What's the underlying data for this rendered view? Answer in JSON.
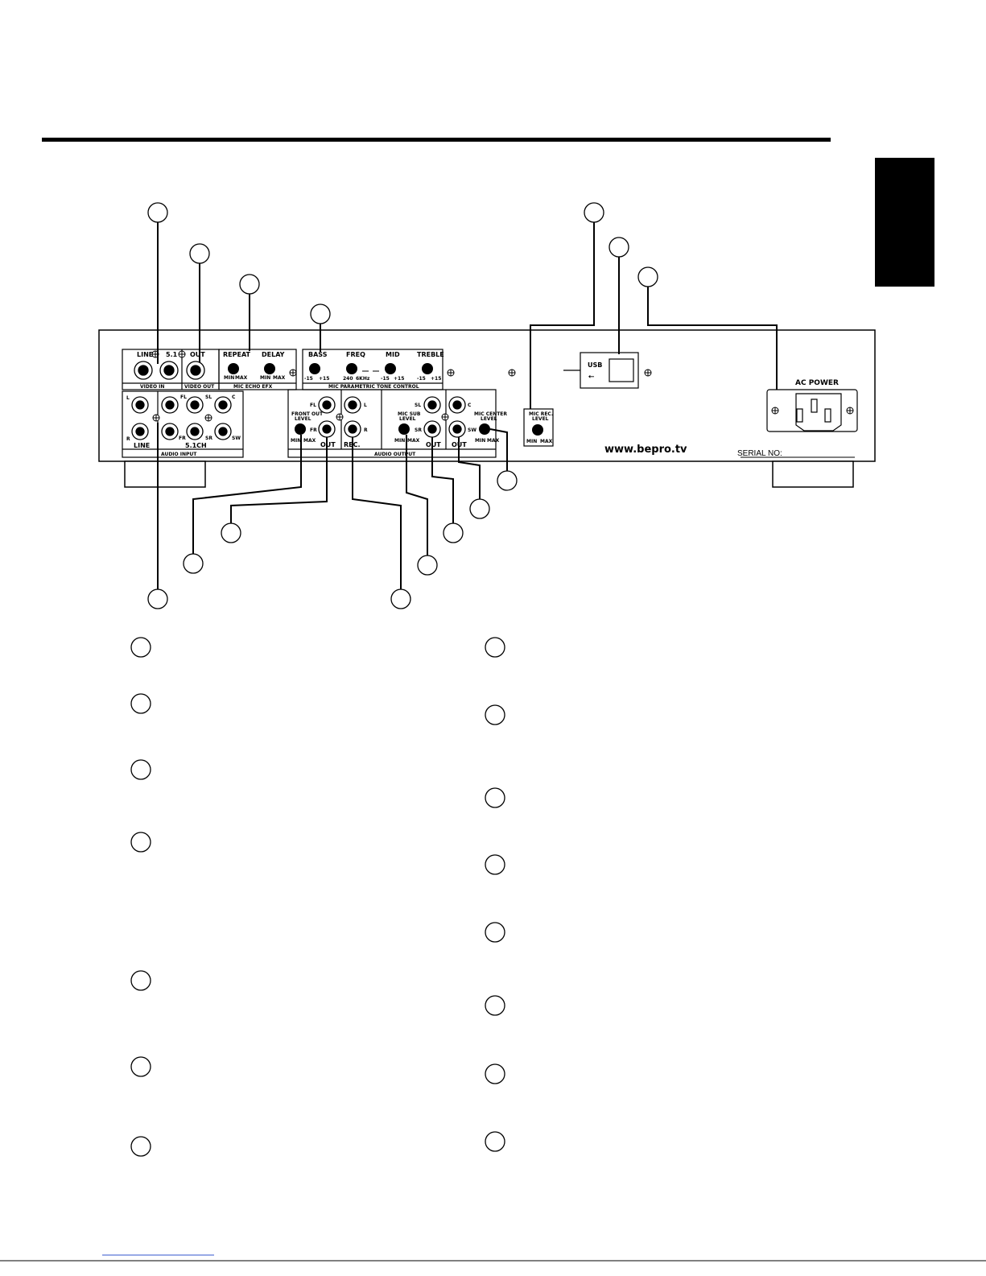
{
  "panel": {
    "video_in": {
      "line": "LINE",
      "fivepointone": "5.1",
      "title": "VIDEO IN"
    },
    "video_out": {
      "out": "OUT",
      "title": "VIDEO OUT"
    },
    "echo": {
      "repeat": "REPEAT",
      "delay": "DELAY",
      "min": "MIN",
      "max": "MAX",
      "title": "MIC ECHO EFX"
    },
    "tone": {
      "bass": "BASS",
      "freq": "FREQ",
      "mid": "MID",
      "treble": "TREBLE",
      "bass_min": "-15",
      "bass_max": "+15",
      "freq_min": "240",
      "freq_max": "6KHz",
      "mid_min": "-15",
      "mid_max": "+15",
      "treble_min": "-15",
      "treble_max": "+15",
      "title": "MIC PARAMETRIC TONE CONTROL"
    },
    "audio_input": {
      "l": "L",
      "r": "R",
      "fl": "FL",
      "fr": "FR",
      "sl": "SL",
      "sr": "SR",
      "c": "C",
      "sw": "SW",
      "line": "LINE",
      "ch51": "5.1CH",
      "title": "AUDIO INPUT"
    },
    "audio_output": {
      "front_level": "FRONT OUT",
      "level": "LEVEL",
      "min": "MIN",
      "max": "MAX",
      "fl": "FL",
      "fr": "FR",
      "out": "OUT",
      "l": "L",
      "r": "R",
      "rec": "REC.",
      "sub_level": "MIC SUB",
      "sl": "SL",
      "sr": "SR",
      "center_level": "MIC CENTER",
      "c": "C",
      "sw": "SW",
      "title": "AUDIO OUTPUT"
    },
    "usb": {
      "label": "USB",
      "symbol": "⭠"
    },
    "mic_rec": {
      "label": "MIC REC.",
      "level": "LEVEL",
      "min": "MIN",
      "max": "MAX"
    },
    "ac_power": "AC POWER",
    "website": "www.bepro.tv",
    "serial": "SERIAL NO:"
  }
}
